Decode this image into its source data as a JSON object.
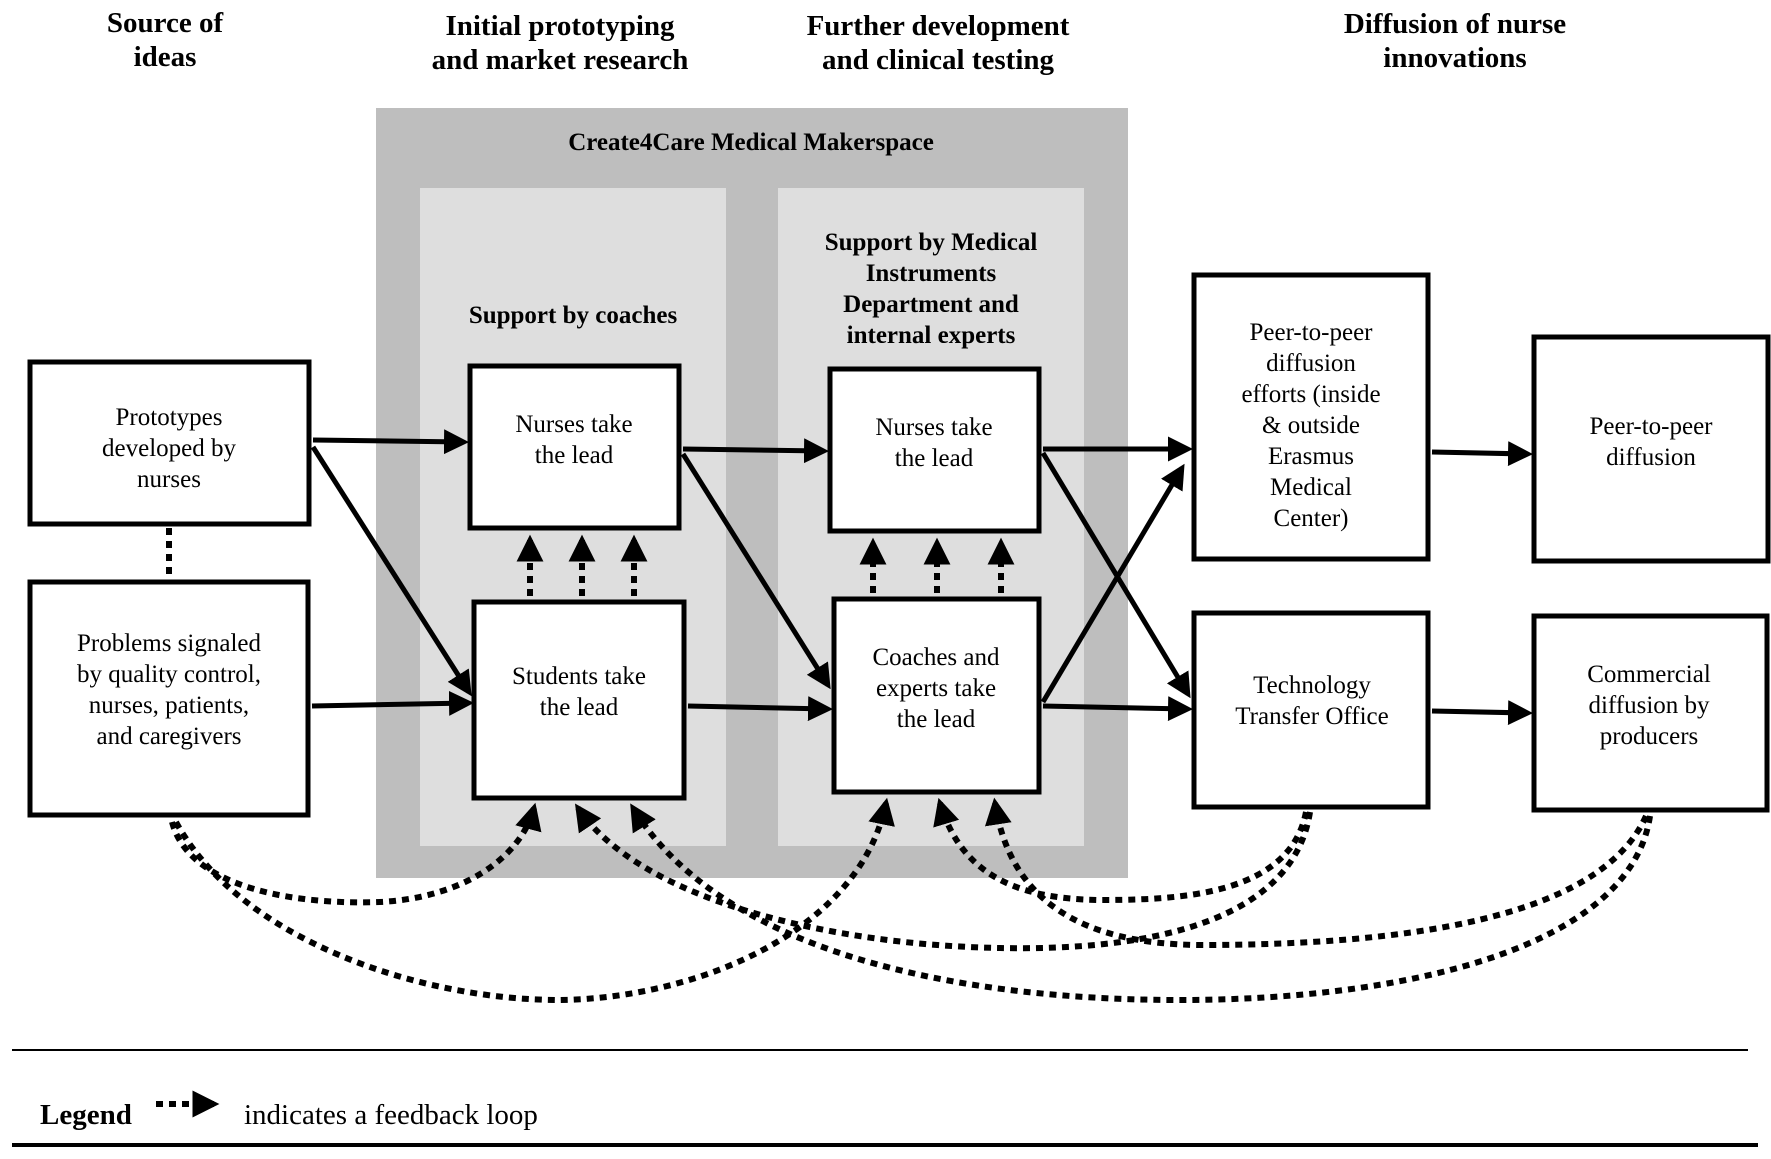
{
  "stages": {
    "source": [
      "Source of",
      "ideas"
    ],
    "prototyping": [
      "Initial prototyping",
      "and market research"
    ],
    "development": [
      "Further development",
      "and clinical testing"
    ],
    "diffusion": [
      "Diffusion of nurse",
      "innovations"
    ]
  },
  "makerspace": {
    "title": "Create4Care Medical Makerspace"
  },
  "panels": {
    "coaches": [
      "Support by coaches"
    ],
    "experts": [
      "Support by Medical",
      "Instruments",
      "Department and",
      "internal experts"
    ]
  },
  "boxes": {
    "prototypes": [
      "Prototypes",
      "developed by",
      "nurses"
    ],
    "problems": [
      "Problems signaled",
      "by quality control,",
      "nurses, patients,",
      "and caregivers"
    ],
    "nurses_lead_1": [
      "Nurses take",
      "the lead"
    ],
    "students_lead": [
      "Students take",
      "the lead"
    ],
    "nurses_lead_2": [
      "Nurses take",
      "the lead"
    ],
    "coaches_experts": [
      "Coaches and",
      "experts take",
      "the lead"
    ],
    "peer_efforts": [
      "Peer-to-peer",
      "diffusion",
      "efforts (inside",
      "& outside",
      "Erasmus",
      "Medical",
      "Center)"
    ],
    "tto": [
      "Technology",
      "Transfer Office"
    ],
    "peer_diffusion": [
      "Peer-to-peer",
      "diffusion"
    ],
    "commercial": [
      "Commercial",
      "diffusion by",
      "producers"
    ]
  },
  "legend": {
    "label": "Legend",
    "text": "indicates a feedback loop"
  }
}
